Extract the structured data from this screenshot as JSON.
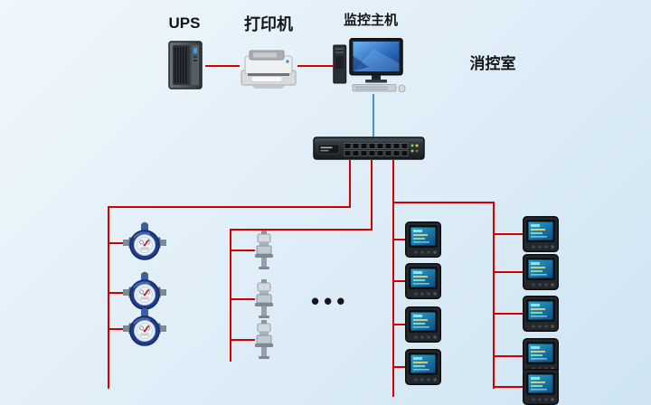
{
  "labels": {
    "ups": "UPS",
    "printer": "打印机",
    "monitor_host": "监控主机",
    "control_room": "消控室",
    "ellipsis": "•••"
  },
  "icons": {
    "ups": "ups-tower",
    "printer": "laser-printer",
    "monitor_host": "desktop-computer",
    "gateway": "rack-switch",
    "branch_left": "water-meter",
    "branch_mid": "valve-sensor",
    "branch_right": "digital-power-meter"
  },
  "colors": {
    "line": "#d40000",
    "uplink": "#4a90cc",
    "background_top": "#eff7fc",
    "background_bottom": "#cfe4f2"
  }
}
